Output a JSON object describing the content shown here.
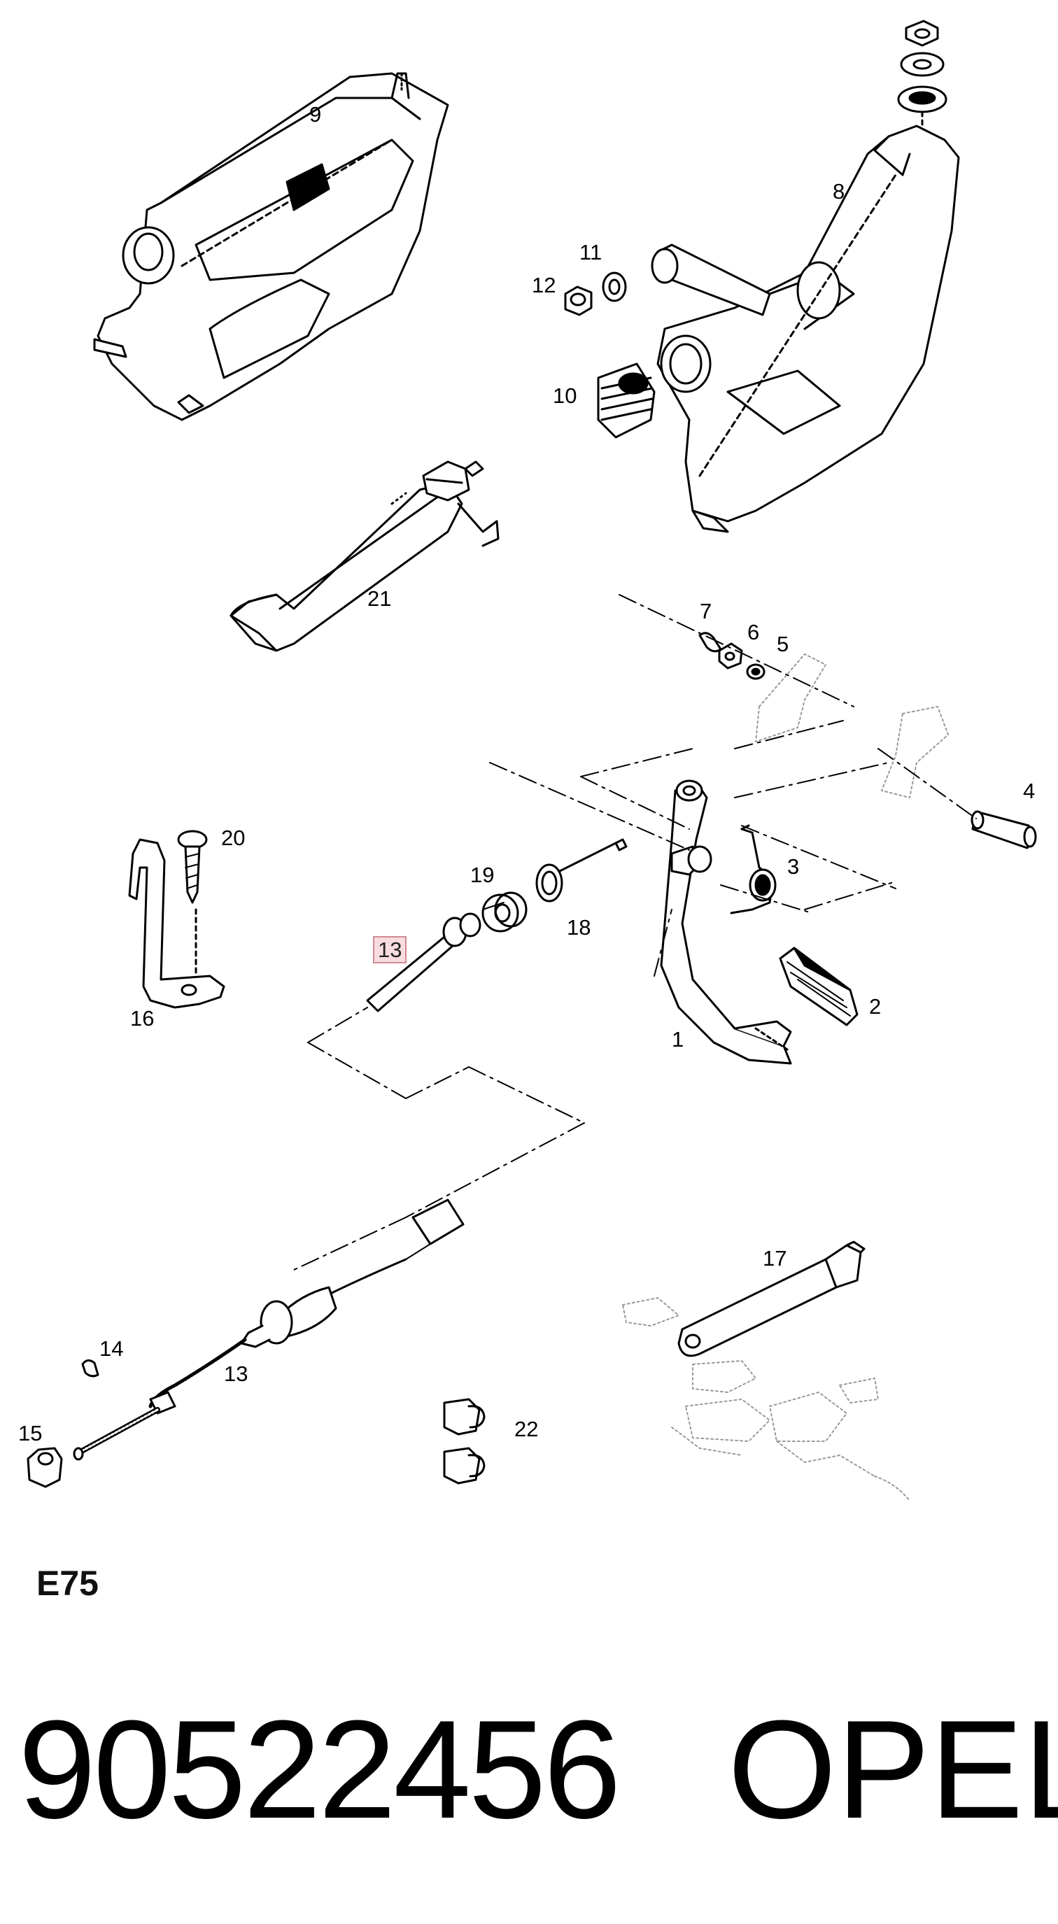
{
  "diagram": {
    "labels": {
      "p1": "1",
      "p2": "2",
      "p3": "3",
      "p4": "4",
      "p5": "5",
      "p6": "6",
      "p7": "7",
      "p8": "8",
      "p9": "9",
      "p10": "10",
      "p11": "11",
      "p12": "12",
      "p13a": "13",
      "p13b": "13",
      "p14": "14",
      "p15": "15",
      "p16": "16",
      "p17": "17",
      "p18": "18",
      "p19": "19",
      "p20": "20",
      "p21": "21",
      "p22": "22"
    },
    "highlighted_label": "13",
    "highlight_color": "#f8dcdf",
    "highlight_border": "#d08a93",
    "section_code": "E75"
  },
  "footer": {
    "part_number": "90522456",
    "brand": "OPEL"
  }
}
